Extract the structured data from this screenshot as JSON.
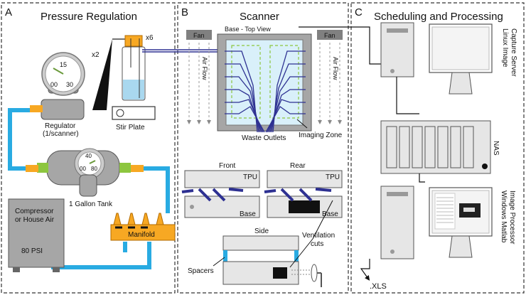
{
  "panels": {
    "a": {
      "letter": "A",
      "title": "Pressure Regulation"
    },
    "b": {
      "letter": "B",
      "title": "Scanner"
    },
    "c": {
      "letter": "C",
      "title": "Scheduling and Processing"
    }
  },
  "panel_a": {
    "gauge_top": "15",
    "gauge_left": "00",
    "gauge_right": "30",
    "multiplier_regulator": "x2",
    "multiplier_vials": "x6",
    "regulator_label": "Regulator",
    "regulator_sub": "(1/scanner)",
    "stir_plate": "Stir Plate",
    "tank_gauge_top": "40",
    "tank_gauge_left": "00",
    "tank_gauge_right": "80",
    "tank_label": "1 Gallon Tank",
    "compressor_line1": "Compressor",
    "compressor_line2": "or House Air",
    "psi": "80 PSI",
    "manifold": "Manifold"
  },
  "panel_b": {
    "fan_left": "Fan",
    "fan_right": "Fan",
    "base_top_view": "Base - Top View",
    "air_flow_left": "Air Flow",
    "air_flow_right": "Air Flow",
    "waste_outlets": "Waste Outlets",
    "imaging_zone": "Imaging Zone",
    "front": "Front",
    "rear": "Rear",
    "tpu_front": "TPU",
    "tpu_rear": "TPU",
    "base_front": "Base",
    "base_rear": "Base",
    "side": "Side",
    "ventilation_line1": "Ventilation",
    "ventilation_line2": "cuts",
    "spacers": "Spacers"
  },
  "panel_c": {
    "server_line1": "Linux Image",
    "server_line2": "Capture Server",
    "nas": "NAS",
    "processor_line1": "Windows Matlab",
    "processor_line2": "Image Processor",
    "xls": ".XLS"
  },
  "colors": {
    "tubing_blue": "#29abe2",
    "fitting_orange": "#f7a823",
    "fitting_green": "#8dc63f",
    "signal_navy": "#2e3192",
    "imaging_green": "#8dc63f",
    "ventilation_blue": "#29abe2"
  }
}
